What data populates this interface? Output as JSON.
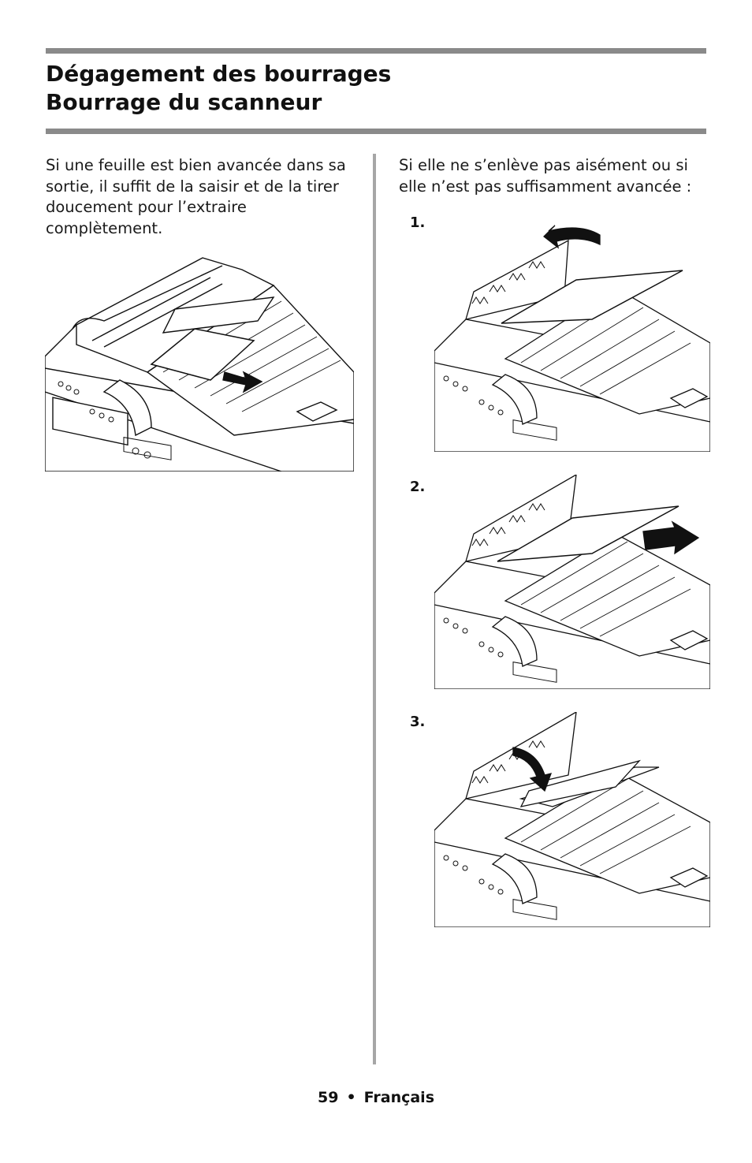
{
  "header": {
    "title_line1": "Dégagement des bourrages",
    "title_line2": "Bourrage du scanneur"
  },
  "left_column": {
    "paragraph": "Si une feuille est bien avancée dans sa sortie, il suffit de la saisir et de la tirer doucement pour l’extraire complètement."
  },
  "right_column": {
    "paragraph": "Si elle ne s’enlève pas aisément ou si elle n’est pas suffisamment avancée :",
    "steps": [
      {
        "label": "1."
      },
      {
        "label": "2."
      },
      {
        "label": "3."
      }
    ]
  },
  "footer": {
    "page_number": "59",
    "bullet": "•",
    "language": "Français"
  }
}
